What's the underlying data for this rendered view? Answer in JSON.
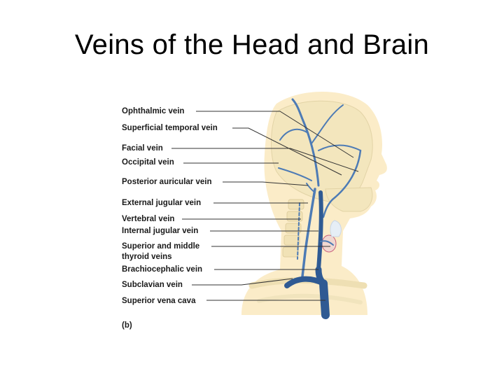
{
  "slide": {
    "title": "Veins of the Head and Brain"
  },
  "diagram": {
    "panel_label": "(b)",
    "labels": [
      {
        "id": "ophthalmic",
        "text": "Ophthalmic vein"
      },
      {
        "id": "superficial-temporal",
        "text": "Superficial temporal vein"
      },
      {
        "id": "facial",
        "text": "Facial vein"
      },
      {
        "id": "occipital",
        "text": "Occipital vein"
      },
      {
        "id": "posterior-auricular",
        "text": "Posterior auricular vein"
      },
      {
        "id": "external-jugular",
        "text": "External jugular vein"
      },
      {
        "id": "vertebral",
        "text": "Vertebral vein"
      },
      {
        "id": "internal-jugular",
        "text": "Internal jugular vein"
      },
      {
        "id": "superior-middle-thyroid-1",
        "text": "Superior and middle"
      },
      {
        "id": "superior-middle-thyroid-2",
        "text": "thyroid veins"
      },
      {
        "id": "brachiocephalic",
        "text": "Brachiocephalic vein"
      },
      {
        "id": "subclavian",
        "text": "Subclavian vein"
      },
      {
        "id": "superior-vena-cava",
        "text": "Superior vena cava"
      }
    ],
    "colors": {
      "skin": "#fbecc8",
      "bone": "#f3e6bd",
      "vein": "#4d7bb5",
      "vein_dark": "#2f5a93",
      "leader": "#333333",
      "thyroid": "#c9607a"
    }
  }
}
